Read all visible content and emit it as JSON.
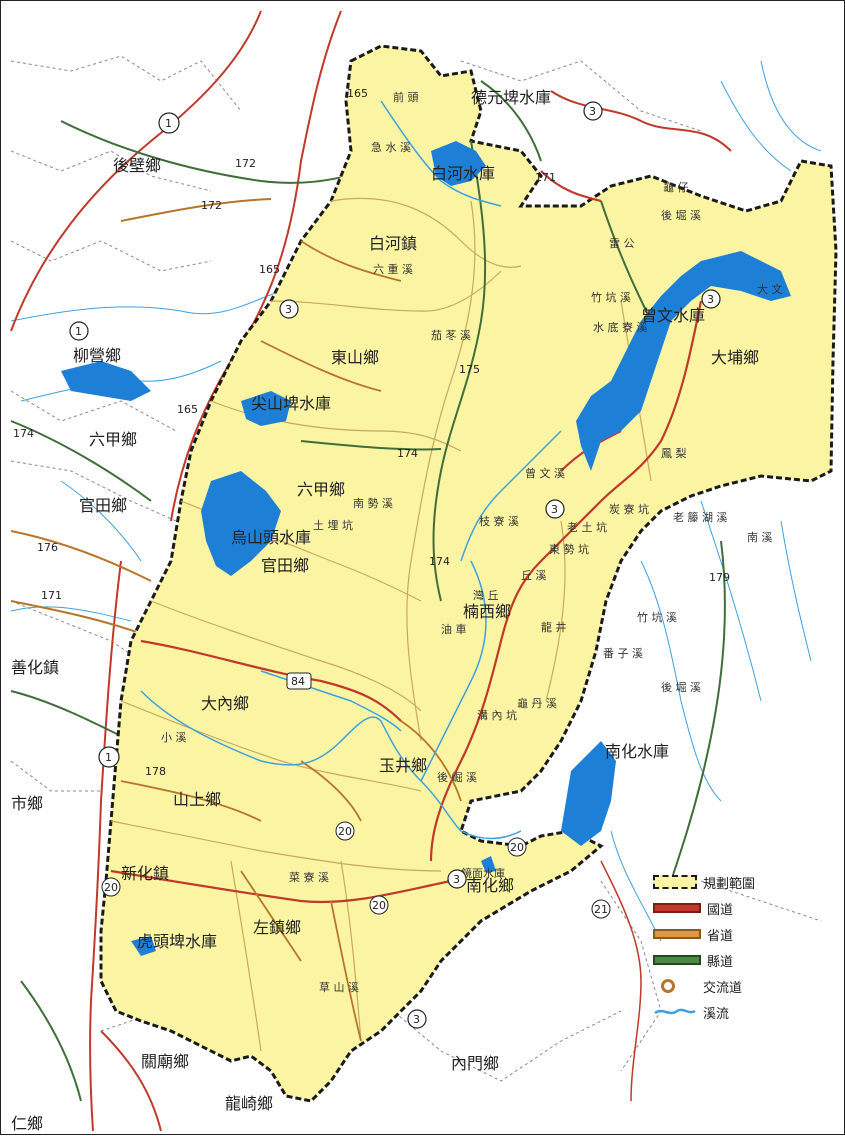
{
  "map": {
    "townships": [
      {
        "id": "houbi",
        "label": "後壁鄉"
      },
      {
        "id": "liuying",
        "label": "柳營鄉"
      },
      {
        "id": "liujia_w",
        "label": "六甲鄉"
      },
      {
        "id": "guantian_w",
        "label": "官田鄉"
      },
      {
        "id": "shanhua",
        "label": "善化鎮"
      },
      {
        "id": "baihe",
        "label": "白河鎮"
      },
      {
        "id": "dongshan",
        "label": "東山鄉"
      },
      {
        "id": "liujia",
        "label": "六甲鄉"
      },
      {
        "id": "guantian",
        "label": "官田鄉"
      },
      {
        "id": "danei",
        "label": "大內鄉"
      },
      {
        "id": "yujing",
        "label": "玉井鄉"
      },
      {
        "id": "shanshang",
        "label": "山上鄉"
      },
      {
        "id": "xinhua",
        "label": "新化鎮"
      },
      {
        "id": "zuozhen",
        "label": "左鎮鄉"
      },
      {
        "id": "nanhua",
        "label": "南化鄉"
      },
      {
        "id": "nanxi",
        "label": "楠西鄉"
      },
      {
        "id": "dapu",
        "label": "大埔鄉"
      },
      {
        "id": "guanmiao",
        "label": "關廟鄉"
      },
      {
        "id": "longqi",
        "label": "龍崎鄉"
      },
      {
        "id": "neimen",
        "label": "內門鄉"
      },
      {
        "id": "shi_w",
        "label": "市鄉"
      },
      {
        "id": "ren",
        "label": "仁鄉"
      }
    ],
    "reservoirs": [
      {
        "id": "houjue",
        "label": "尖山埤水庫"
      },
      {
        "id": "baihe_res",
        "label": "白河水庫"
      },
      {
        "id": "deyuan",
        "label": "德元埤水庫"
      },
      {
        "id": "wushantou",
        "label": "烏山頭水庫"
      },
      {
        "id": "jingmian",
        "label": "鏡面水庫"
      },
      {
        "id": "hutoupi",
        "label": "虎頭埤水庫"
      },
      {
        "id": "nanhua_res",
        "label": "南化水庫"
      },
      {
        "id": "zengwen_res",
        "label": "曾文水庫"
      }
    ],
    "rivers": [
      {
        "id": "r1",
        "label": "前 頭"
      },
      {
        "id": "r2",
        "label": "急 水 溪"
      },
      {
        "id": "r3",
        "label": "六 重 溪"
      },
      {
        "id": "r4",
        "label": "茄 苳 溪"
      },
      {
        "id": "r5",
        "label": "竹 坑 溪"
      },
      {
        "id": "r6",
        "label": "水 底 寮 溪"
      },
      {
        "id": "r7",
        "label": "雷 公"
      },
      {
        "id": "r8",
        "label": "後 堀 溪"
      },
      {
        "id": "r9",
        "label": "龜 仔"
      },
      {
        "id": "r10",
        "label": "曾 文 溪"
      },
      {
        "id": "r11",
        "label": "炭 寮 坑"
      },
      {
        "id": "r12",
        "label": "老 土 坑"
      },
      {
        "id": "r13",
        "label": "東 勢 坑"
      },
      {
        "id": "r14",
        "label": "枝 寮 溪"
      },
      {
        "id": "r15",
        "label": "丘 溪"
      },
      {
        "id": "r16",
        "label": "灣 丘"
      },
      {
        "id": "r17",
        "label": "油 車"
      },
      {
        "id": "r18",
        "label": "溝 內 坑"
      },
      {
        "id": "r19",
        "label": "龜 丹 溪"
      },
      {
        "id": "r20",
        "label": "後 崛 溪"
      },
      {
        "id": "r21",
        "label": "菜 寮 溪"
      },
      {
        "id": "r22",
        "label": "草 山 溪"
      },
      {
        "id": "r23",
        "label": "土 埋 坑"
      },
      {
        "id": "r24",
        "label": "南 勢 溪"
      },
      {
        "id": "r25",
        "label": "南 溪"
      },
      {
        "id": "r26",
        "label": "老 籐 湖 溪"
      },
      {
        "id": "r27",
        "label": "竹 坑 溪"
      },
      {
        "id": "r28",
        "label": "番 子 溪"
      },
      {
        "id": "r29",
        "label": "後 堀 溪"
      },
      {
        "id": "r30",
        "label": "鳳 梨"
      },
      {
        "id": "r31",
        "label": "大 文"
      },
      {
        "id": "r32",
        "label": "小 溪"
      },
      {
        "id": "r33",
        "label": "龍 井"
      }
    ],
    "road_shields": [
      {
        "id": "n3a",
        "label": "3"
      },
      {
        "id": "n3b",
        "label": "3"
      },
      {
        "id": "n3c",
        "label": "3"
      },
      {
        "id": "n3d",
        "label": "3"
      },
      {
        "id": "n3e",
        "label": "3"
      },
      {
        "id": "n3f",
        "label": "3"
      },
      {
        "id": "n1a",
        "label": "1"
      },
      {
        "id": "n1b",
        "label": "1"
      },
      {
        "id": "n1c",
        "label": "1"
      },
      {
        "id": "p84",
        "label": "84"
      },
      {
        "id": "p20a",
        "label": "20"
      },
      {
        "id": "p20b",
        "label": "20"
      },
      {
        "id": "p20c",
        "label": "20"
      },
      {
        "id": "p20d",
        "label": "20"
      },
      {
        "id": "p21",
        "label": "21"
      },
      {
        "id": "c165a",
        "label": "165"
      },
      {
        "id": "c165b",
        "label": "165"
      },
      {
        "id": "c165c",
        "label": "165"
      },
      {
        "id": "c172a",
        "label": "172"
      },
      {
        "id": "c172b",
        "label": "172"
      },
      {
        "id": "c171a",
        "label": "171"
      },
      {
        "id": "c171b",
        "label": "171"
      },
      {
        "id": "c174a",
        "label": "174"
      },
      {
        "id": "c174b",
        "label": "174"
      },
      {
        "id": "c175",
        "label": "175"
      },
      {
        "id": "c176",
        "label": "176"
      },
      {
        "id": "c178",
        "label": "178"
      },
      {
        "id": "c179",
        "label": "179"
      },
      {
        "id": "c174c",
        "label": "174"
      }
    ],
    "legend": [
      {
        "id": "boundary",
        "label": "規劃範圍"
      },
      {
        "id": "national",
        "label": "國道"
      },
      {
        "id": "provincial",
        "label": "省道"
      },
      {
        "id": "county",
        "label": "縣道"
      },
      {
        "id": "interchange",
        "label": "交流道"
      },
      {
        "id": "stream",
        "label": "溪流"
      }
    ],
    "colors": {
      "region_fill": "#fbf5a3",
      "water": "#1e7fd6",
      "river": "#3fa0e0",
      "national_road": "#c0392b",
      "provincial_road": "#b8742a",
      "county_road": "#3f6e3a",
      "boundary": "#1a1a1a",
      "admin_border": "#888888"
    }
  }
}
